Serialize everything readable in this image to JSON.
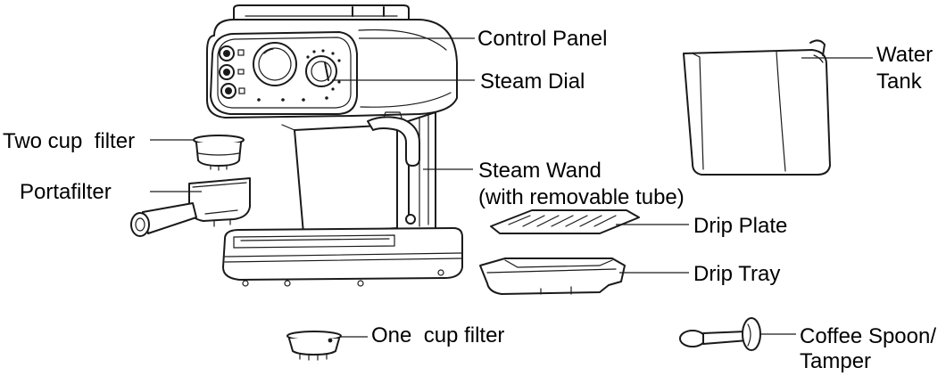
{
  "labels": {
    "control_panel": "Control Panel",
    "steam_dial": "Steam Dial",
    "water_tank_line1": "Water",
    "water_tank_line2": "Tank",
    "two_cup_filter": "Two cup  filter",
    "portafilter": "Portafilter",
    "steam_wand": "Steam Wand",
    "steam_wand_note": "(with removable tube)",
    "drip_plate": "Drip Plate",
    "drip_tray": "Drip Tray",
    "one_cup_filter": "One  cup filter",
    "coffee_spoon_line1": "Coffee Spoon/",
    "coffee_spoon_line2": "Tamper"
  }
}
